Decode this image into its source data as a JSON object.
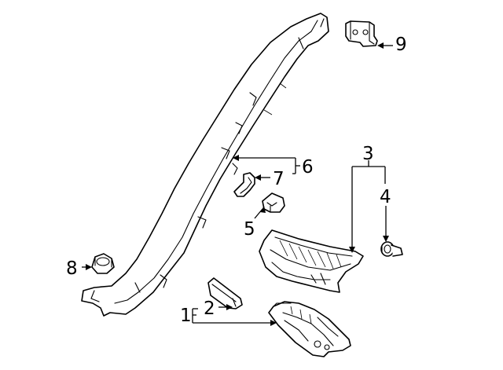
{
  "callouts": [
    {
      "id": "1",
      "label": "1"
    },
    {
      "id": "2",
      "label": "2"
    },
    {
      "id": "3",
      "label": "3"
    },
    {
      "id": "4",
      "label": "4"
    },
    {
      "id": "5",
      "label": "5"
    },
    {
      "id": "6",
      "label": "6"
    },
    {
      "id": "7",
      "label": "7"
    },
    {
      "id": "8",
      "label": "8"
    },
    {
      "id": "9",
      "label": "9"
    }
  ],
  "parts": [
    {
      "callout": "1",
      "icon": "lower-trim-assembly-icon"
    },
    {
      "callout": "2",
      "icon": "trim-clip-icon"
    },
    {
      "callout": "3",
      "icon": "scuff-plate-icon"
    },
    {
      "callout": "4",
      "icon": "push-retainer-icon"
    },
    {
      "callout": "5",
      "icon": "retainer-clip-icon"
    },
    {
      "callout": "6",
      "icon": "pillar-trim-panel-icon"
    },
    {
      "callout": "7",
      "icon": "panel-clip-icon"
    },
    {
      "callout": "8",
      "icon": "hex-nut-icon"
    },
    {
      "callout": "9",
      "icon": "bracket-icon"
    }
  ]
}
